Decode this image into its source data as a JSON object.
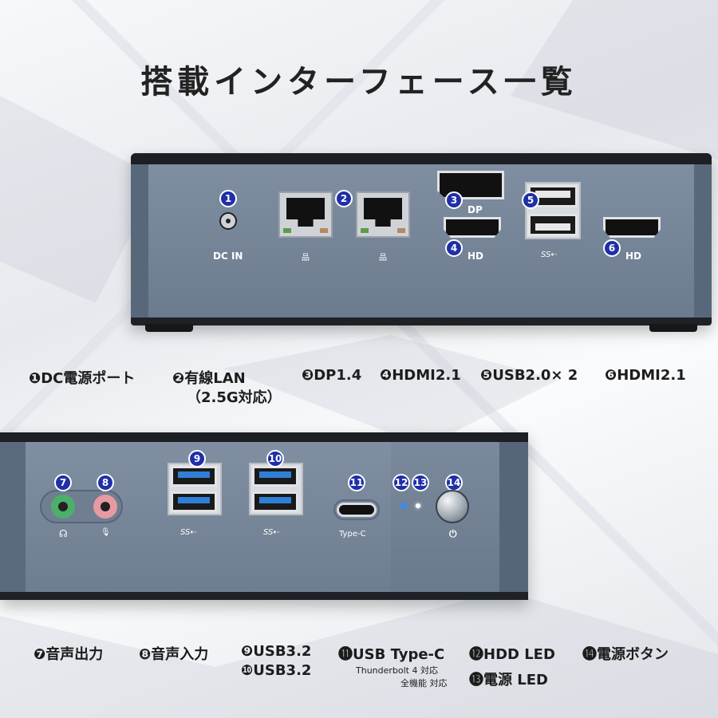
{
  "title": "搭載インターフェース一覧",
  "top_device": {
    "markers": [
      "1",
      "2",
      "3",
      "5",
      "4",
      "6"
    ],
    "port_labels": {
      "dc": "DC IN",
      "dp": "DP",
      "hd4": "HD",
      "hd6": "HD",
      "ss": "SS⇠",
      "lan1": "品",
      "lan2": "品"
    }
  },
  "captions_row1": [
    "❶DC電源ポート",
    "❷有線LAN",
    "（2.5G対応）",
    "❸DP1.4",
    "❹HDMI2.1",
    "❺USB2.0× 2",
    "❻HDMI2.1"
  ],
  "bottom_device": {
    "markers": [
      "7",
      "8",
      "9",
      "10",
      "11",
      "12",
      "13",
      "14"
    ],
    "port_labels": {
      "hp": "☊",
      "mic": "🎙",
      "ss9": "SS⇠",
      "ss10": "SS⇠",
      "typec": "Type-C",
      "power": "⏻"
    },
    "colors": {
      "jack_green": "#4caf6a",
      "jack_pink": "#e79aa2",
      "led_blue": "#2a8fff",
      "led_white": "#ffffff"
    }
  },
  "captions_row2": [
    "❼音声出力",
    "❽音声入力",
    "❾USB3.2",
    "❿USB3.2",
    "⓫USB Type-C",
    "Thunderbolt 4 対応",
    "全機能 対応",
    "⓬HDD LED",
    "⓭電源 LED",
    "⓮電源ボタン"
  ]
}
